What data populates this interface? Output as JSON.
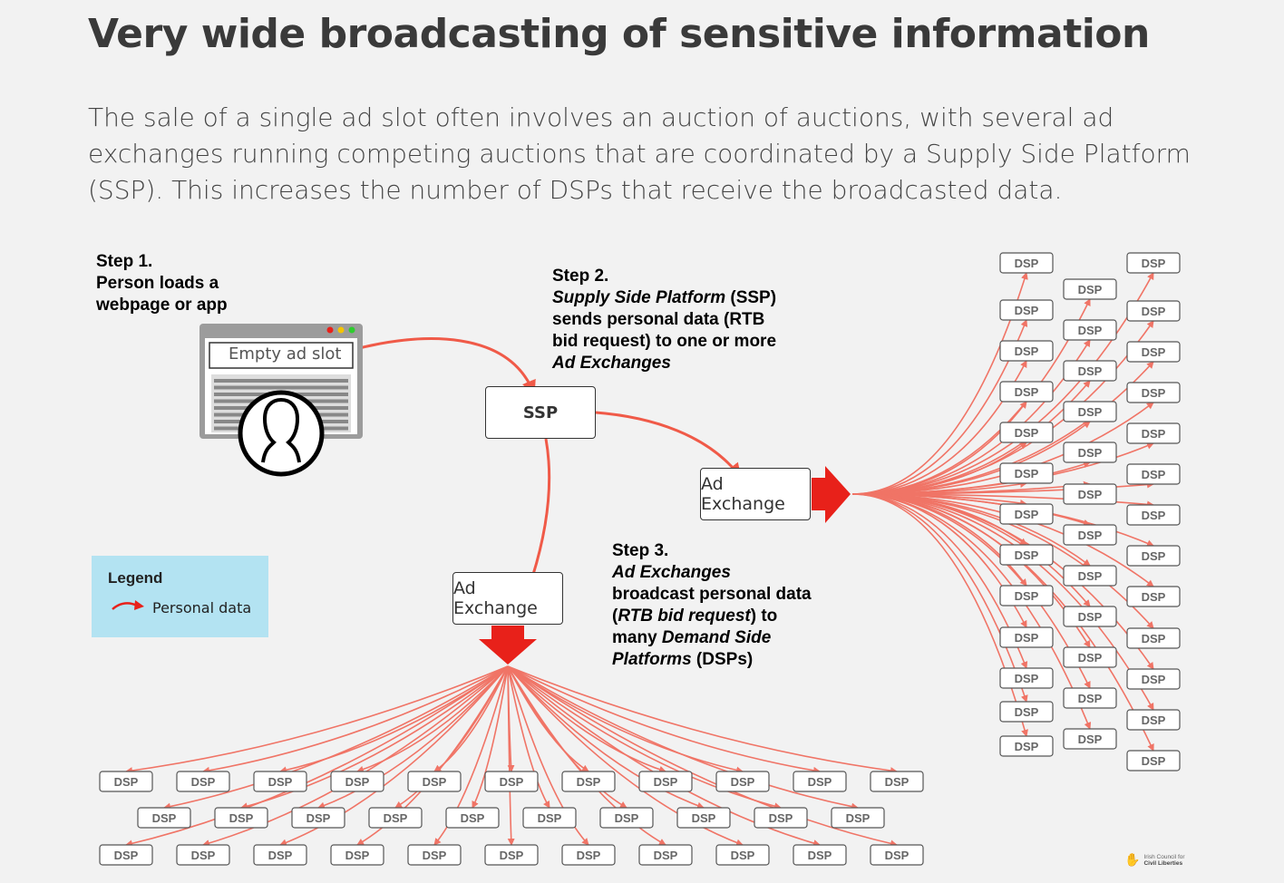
{
  "title": "Very wide broadcasting of sensitive information",
  "intro": "The sale of a single ad slot often involves an auction of auctions, with several ad exchanges running competing auctions that are coordinated by a Supply Side Platform (SSP). This increases the number of DSPs that receive the broadcasted data.",
  "step1": {
    "heading": "Step 1.",
    "text": "Person loads a webpage or app"
  },
  "step2": {
    "heading": "Step 2.",
    "part1": "Supply Side Platform",
    "part2": " (SSP) sends personal data (RTB bid request) to one or more ",
    "part3": "Ad Exchanges"
  },
  "step3": {
    "heading": "Step 3.",
    "part1": "Ad Exchanges",
    "part2": " broadcast personal data (",
    "part3": "RTB bid request",
    "part4": ") to many ",
    "part5": "Demand Side Platforms",
    "part6": " (DSPs)"
  },
  "browser": {
    "ad_slot": "Empty ad slot"
  },
  "nodes": {
    "ssp": "SSP",
    "ad_exchange_right": "Ad Exchange",
    "ad_exchange_bottom": "Ad Exchange",
    "dsp": "DSP"
  },
  "legend": {
    "title": "Legend",
    "item": "Personal data"
  },
  "colors": {
    "arrow": "#f07466",
    "big_arrow": "#e8211a",
    "legend_bg": "#b3e3f2"
  },
  "logo": {
    "line1": "Irish Council for",
    "line2": "Civil Liberties"
  }
}
